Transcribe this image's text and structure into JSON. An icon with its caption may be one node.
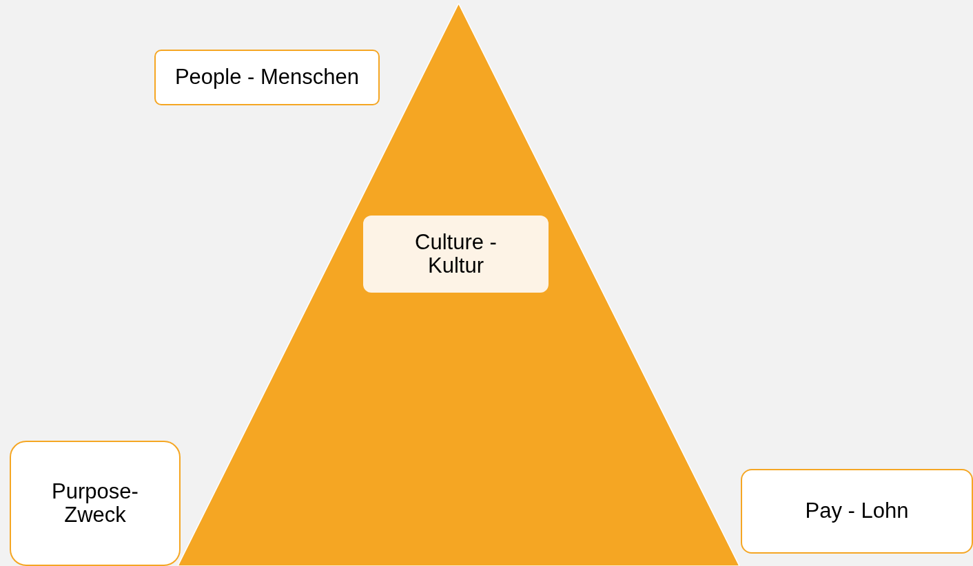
{
  "diagram": {
    "nodes": [
      {
        "text": [
          "People - Menschen"
        ]
      },
      {
        "text": [],
        "shape": "triangle"
      },
      {
        "text": [
          "Culture - Kultur"
        ],
        "in": 1
      },
      {
        "text": [
          "Purpose- Zweck"
        ]
      },
      {
        "text": [
          "Pay - Lohn"
        ]
      }
    ]
  }
}
